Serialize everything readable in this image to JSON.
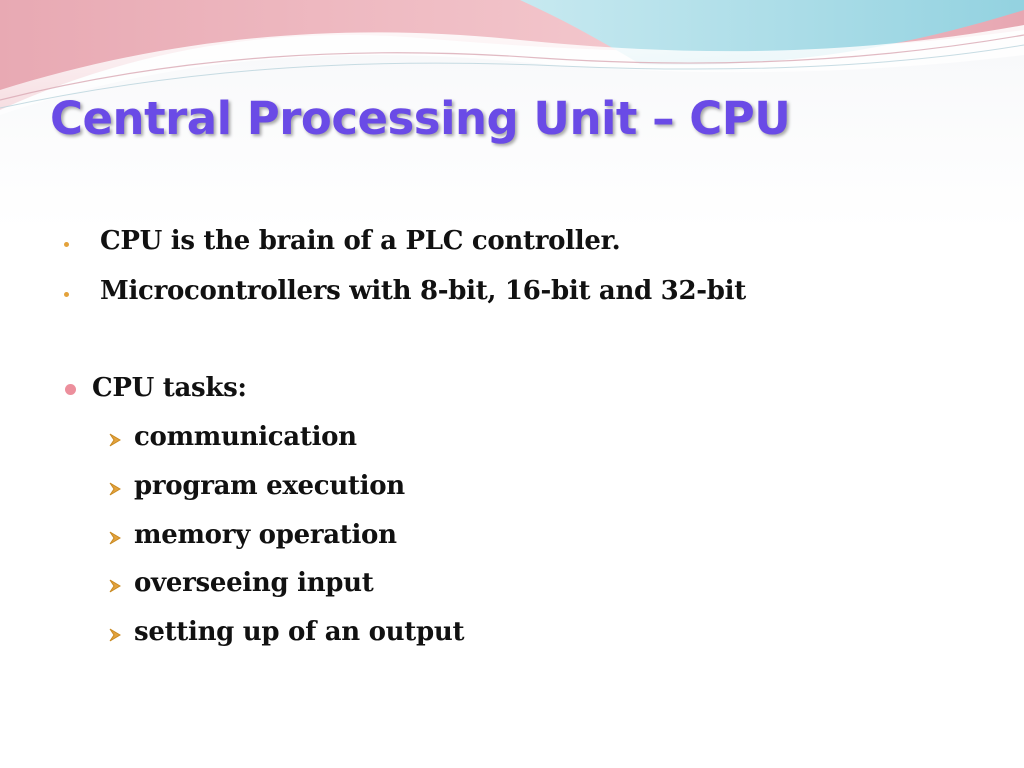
{
  "slide": {
    "title": "Central Processing Unit – CPU",
    "bullets": [
      "CPU is the brain of a PLC controller.",
      "Microcontrollers with 8-bit, 16-bit and 32-bit"
    ],
    "tasks_heading": "CPU tasks:",
    "tasks": [
      "communication",
      "program execution",
      "memory operation",
      "overseeing input",
      "setting up of an output"
    ]
  },
  "colors": {
    "title": "#6a4be6",
    "bullet_small": "#e3a23c",
    "bullet_large": "#ec8f9c",
    "arrow": "#e3a23c",
    "swoosh_pink": "#e8a9b3",
    "swoosh_blue": "#9fd6e3"
  },
  "icons": {
    "small_bullet": "dot",
    "large_bullet": "dot",
    "sub_bullet": "arrowhead"
  }
}
